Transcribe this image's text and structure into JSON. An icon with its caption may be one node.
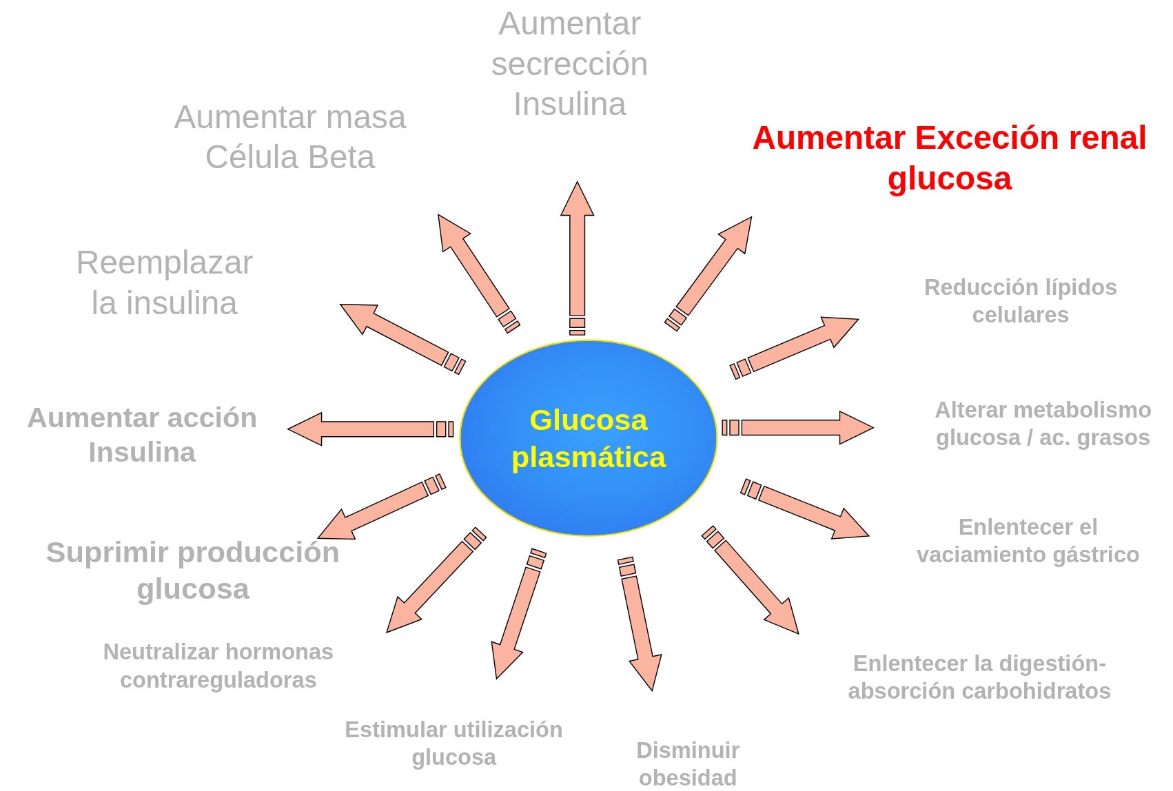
{
  "diagram": {
    "nodes": [
      {
        "text": [
          "Glucosa plasmática"
        ]
      },
      {
        "text": [
          "Aumentar secrección Insulina"
        ]
      },
      {
        "text": [
          "Aumentar masa Célula Beta"
        ]
      },
      {
        "text": [
          "Aumentar Exceción renal glucosa"
        ]
      },
      {
        "text": [
          "Reemplazar la insulina"
        ]
      },
      {
        "text": [
          "Reducción lípidos celulares"
        ]
      },
      {
        "text": [
          "Aumentar acción Insulina"
        ]
      },
      {
        "text": [
          "Alterar metabolismo glucosa / ac. grasos"
        ]
      },
      {
        "text": [
          "Enlentecer el vaciamiento gástrico"
        ]
      },
      {
        "text": [
          "Suprimir producción glucosa"
        ]
      },
      {
        "text": [
          "Neutralizar hormonas contrareguladoras"
        ]
      },
      {
        "text": [
          "Enlentecer la digestión-absorción carbohidratos"
        ]
      },
      {
        "text": [
          "Estimular utilización glucosa"
        ]
      },
      {
        "text": [
          "Disminuir obesidad"
        ]
      }
    ],
    "edges": [
      {
        "from": 0,
        "to": 1,
        "arrow": "to"
      },
      {
        "from": 0,
        "to": 2,
        "arrow": "to"
      },
      {
        "from": 0,
        "to": 3,
        "arrow": "to"
      },
      {
        "from": 0,
        "to": 4,
        "arrow": "to"
      },
      {
        "from": 0,
        "to": 5,
        "arrow": "to"
      },
      {
        "from": 0,
        "to": 6,
        "arrow": "to"
      },
      {
        "from": 0,
        "to": 7,
        "arrow": "to"
      },
      {
        "from": 0,
        "to": 8,
        "arrow": "to"
      },
      {
        "from": 0,
        "to": 9,
        "arrow": "to"
      },
      {
        "from": 0,
        "to": 10,
        "arrow": "to"
      },
      {
        "from": 0,
        "to": 11,
        "arrow": "to"
      },
      {
        "from": 0,
        "to": 12,
        "arrow": "to"
      },
      {
        "from": 0,
        "to": 13,
        "arrow": "to"
      }
    ]
  }
}
